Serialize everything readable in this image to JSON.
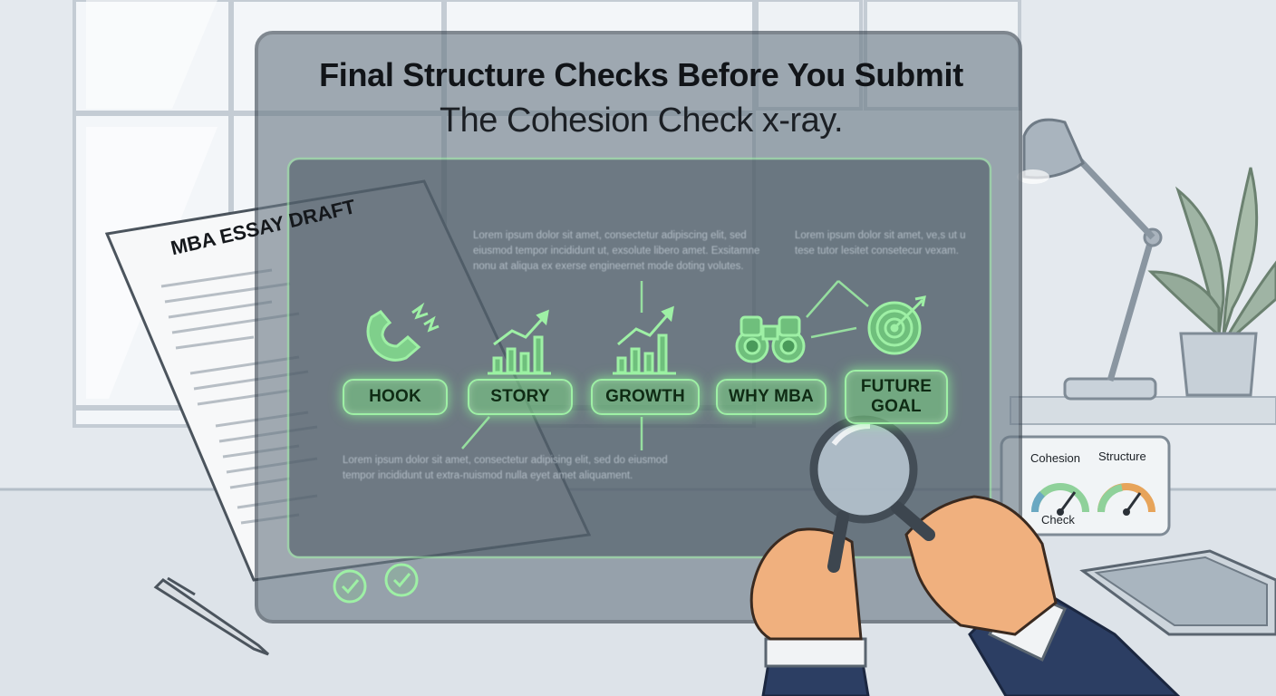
{
  "header": {
    "title": "Final Structure Checks Before You Submit",
    "subtitle": "The Cohesion Check x-ray."
  },
  "paper": {
    "title": "MBA ESSAY DRAFT"
  },
  "screen": {
    "lorem_top_center": "Lorem ipsum dolor sit amet, consectetur adipiscing elit, sed eiusmod tempor incididunt ut, exsolute libero amet. Exsitamne nonu at aliqua ex exerse engineernet mode doting volutes.",
    "lorem_top_right": "Lorem ipsum dolor sit amet, ve,s ut u tese tutor lesitet consetecur vexam.",
    "lorem_bottom": "Lorem ipsum dolor sit amet, consectetur adipising elit, sed do eiusmod tempor incididunt ut extra-nuismod nulla eyet amet aliquament.",
    "steps": [
      {
        "label": "HOOK",
        "icon": "magnet-icon"
      },
      {
        "label": "STORY",
        "icon": "growth-chart-icon"
      },
      {
        "label": "GROWTH",
        "icon": "growth-chart-icon"
      },
      {
        "label": "WHY MBA",
        "icon": "binoculars-icon"
      },
      {
        "label": "FUTURE\nGOAL",
        "icon": "target-icon"
      }
    ]
  },
  "gauges": {
    "cohesion_label": "Cohesion",
    "cohesion_sublabel": "Check",
    "structure_label": "Structure"
  },
  "colors": {
    "glow_green": "#8ef59a",
    "pill_fill": "#79d282",
    "screen_bg": "#5f6d78",
    "sleeve": "#2c3e63",
    "skin": "#f0b07e"
  }
}
